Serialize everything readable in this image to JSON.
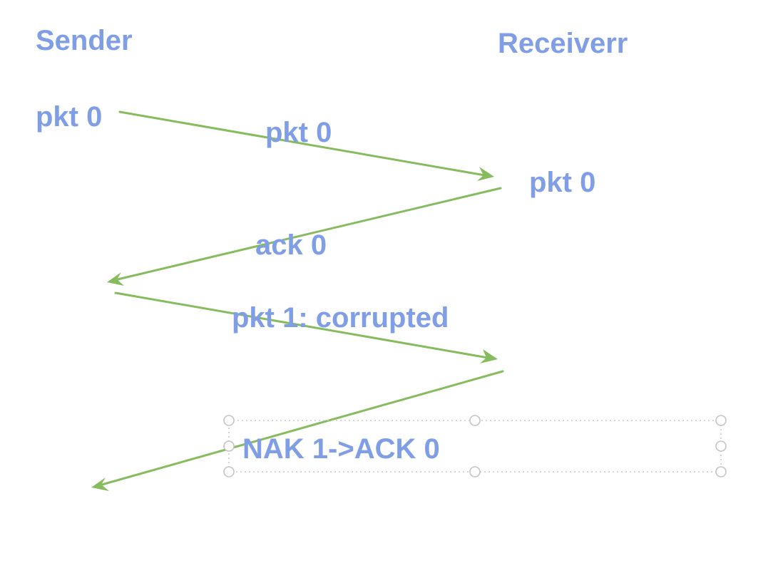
{
  "labels": {
    "sender": "Sender",
    "receiver": "Receiverr",
    "sender_pkt0": "pkt 0",
    "msg_pkt0": "pkt 0",
    "receiver_pkt0": "pkt 0",
    "msg_ack0": "ack 0",
    "msg_pkt1": "pkt 1: corrupted",
    "msg_nak": "NAK 1->ACK 0"
  },
  "colors": {
    "text": "#7f9ee6",
    "arrow": "#86bb5e",
    "selection_handle": "#c4c4c4"
  }
}
